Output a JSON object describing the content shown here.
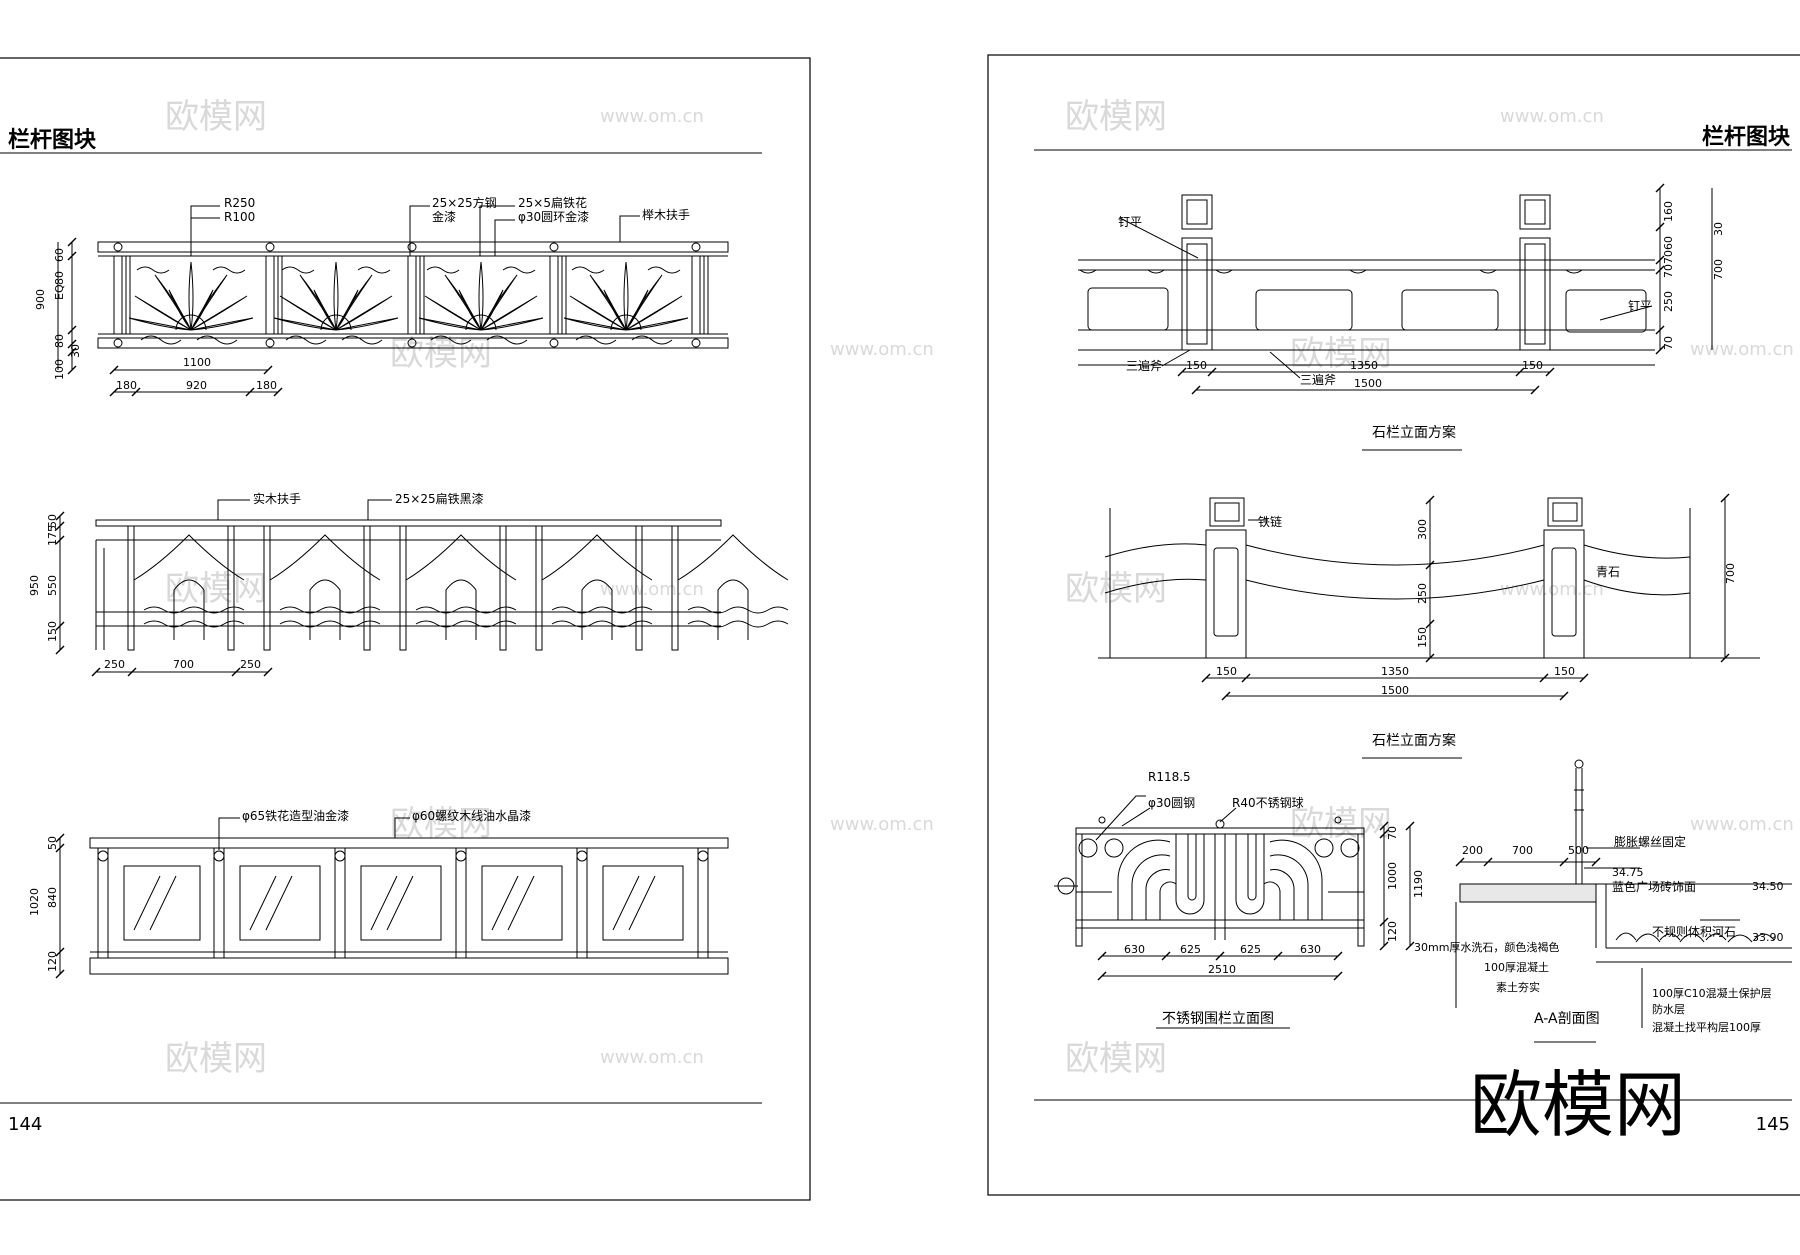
{
  "pages": {
    "left": {
      "header": "栏杆图块",
      "page_number": "144"
    },
    "right": {
      "header": "栏杆图块",
      "page_number": "145"
    }
  },
  "watermark": {
    "logo": "欧模网",
    "url": "www.om.cn"
  },
  "colors": {
    "line": "#000000",
    "watermark": "#d9d9d9",
    "paper": "#ffffff"
  },
  "drawing1": {
    "notes": [
      "R250",
      "R100",
      "25×25方钢",
      "金漆",
      "25×5扁铁花",
      "φ30圆环金漆",
      "榉木扶手"
    ],
    "v_dims": [
      "60",
      "80",
      "EQ",
      "80",
      "30",
      "100"
    ],
    "v_total": "900",
    "h_dims": [
      "1100",
      "180",
      "920",
      "180"
    ]
  },
  "drawing2": {
    "notes": [
      "实木扶手",
      "25×25扁铁黑漆"
    ],
    "v_dims": [
      "50",
      "175",
      "550",
      "150"
    ],
    "v_total": "950",
    "h_dims": [
      "250",
      "700",
      "250"
    ]
  },
  "drawing3": {
    "notes": [
      "φ65铁花造型油金漆",
      "φ60螺纹木线油水晶漆"
    ],
    "v_dims": [
      "50",
      "840",
      "120"
    ],
    "v_total": "1020"
  },
  "drawing4": {
    "title": "石栏立面方案",
    "notes": [
      "钉平",
      "钉平",
      "三遍斧",
      "三遍斧"
    ],
    "v_dims": [
      "160",
      "30",
      "60",
      "70",
      "70",
      "250",
      "70"
    ],
    "v_total": "700",
    "h_dims": [
      "150",
      "1350",
      "150",
      "1500"
    ]
  },
  "drawing5": {
    "title": "石栏立面方案",
    "notes": [
      "铁链",
      "青石"
    ],
    "v_dims": [
      "300",
      "250",
      "150"
    ],
    "v_total": "700",
    "h_dims": [
      "150",
      "1350",
      "150",
      "1500"
    ]
  },
  "drawing6": {
    "title": "不锈钢围栏立面图",
    "notes": [
      "R118.5",
      "φ30圆钢",
      "R40不锈钢球"
    ],
    "v_dims": [
      "70",
      "1000",
      "120"
    ],
    "v_total": "1190",
    "h_dims": [
      "630",
      "625",
      "625",
      "630",
      "2510"
    ]
  },
  "drawing7": {
    "title": "A-A剖面图",
    "notes": [
      "膨胀螺丝固定",
      "蓝色广场砖饰面",
      "不规则体积河石",
      "30mm厚水洗石，颜色浅褐色",
      "100厚混凝土",
      "素土夯实",
      "100厚C10混凝土保护层",
      "防水层",
      "混凝土找平构层100厚"
    ],
    "h_dims": [
      "200",
      "700",
      "500"
    ],
    "elevations": [
      "34.75",
      "34.50",
      "33.90"
    ]
  }
}
